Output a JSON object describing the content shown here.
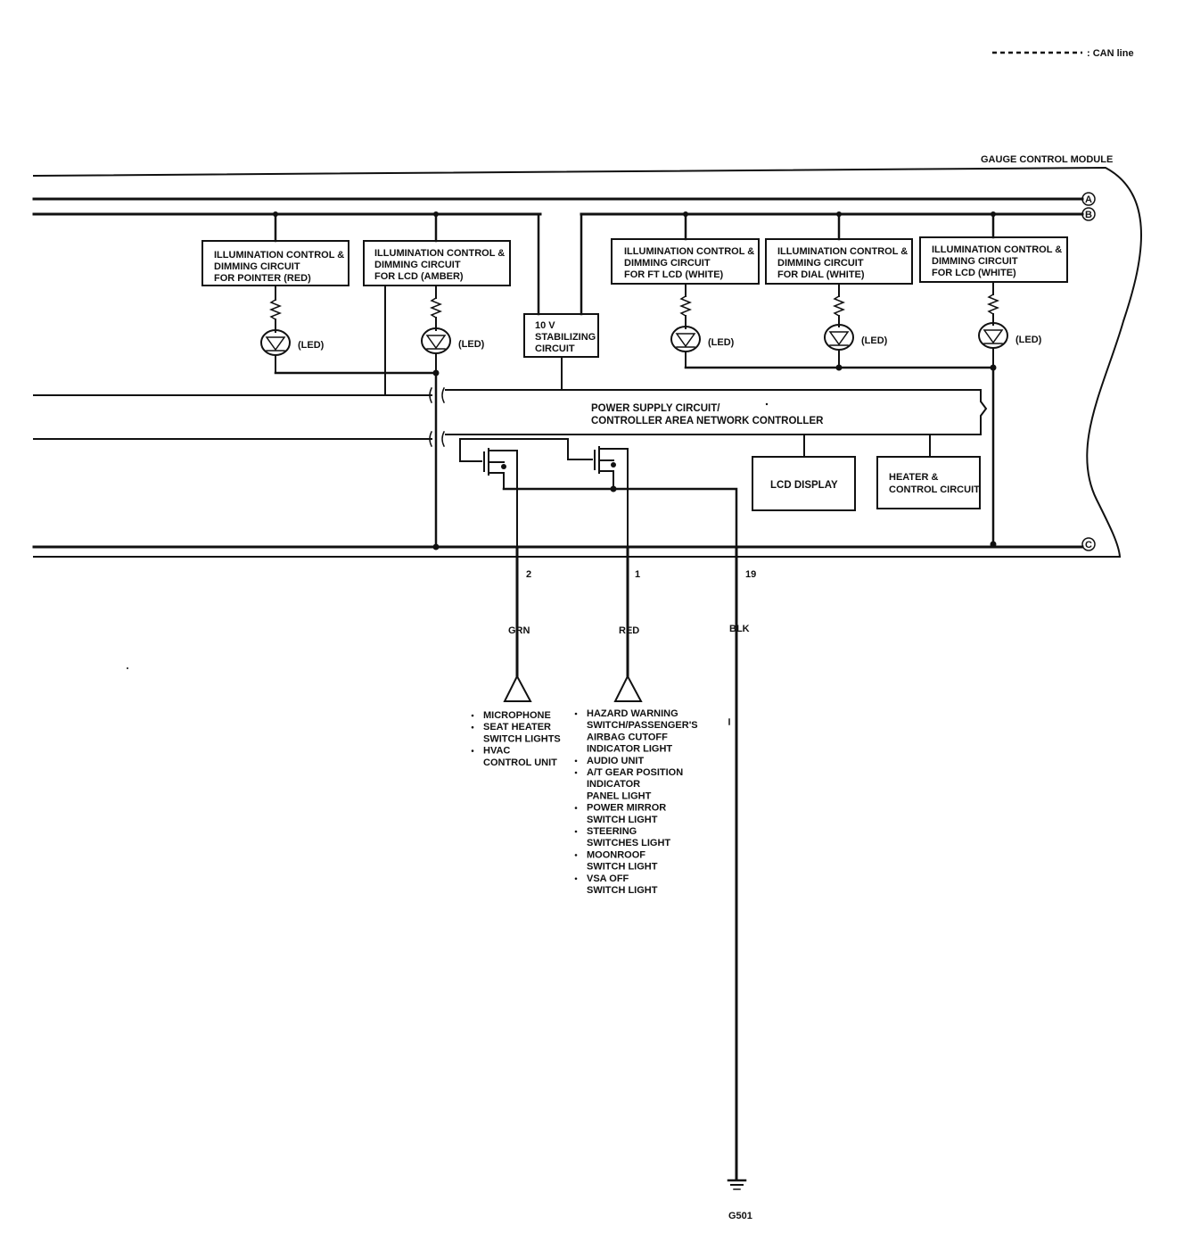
{
  "legend": {
    "can_line": ": CAN line"
  },
  "module": {
    "title": "GAUGE CONTROL MODULE"
  },
  "connectors": {
    "a": "A",
    "b": "B",
    "c": "C"
  },
  "boxes": {
    "pointer_red": [
      "ILLUMINATION CONTROL &",
      "DIMMING CIRCUIT",
      "FOR POINTER (RED)"
    ],
    "lcd_amber": [
      "ILLUMINATION CONTROL &",
      "DIMMING CIRCUIT",
      "FOR LCD (AMBER)"
    ],
    "ft_lcd_white": [
      "ILLUMINATION CONTROL &",
      "DIMMING CIRCUIT",
      "FOR FT LCD (WHITE)"
    ],
    "dial_white": [
      "ILLUMINATION CONTROL &",
      "DIMMING CIRCUIT",
      "FOR DIAL (WHITE)"
    ],
    "lcd_white": [
      "ILLUMINATION CONTROL &",
      "DIMMING CIRCUIT",
      "FOR LCD (WHITE)"
    ],
    "stabilizing": [
      "10 V",
      "STABILIZING",
      "CIRCUIT"
    ],
    "power_supply": [
      "POWER SUPPLY CIRCUIT/",
      "CONTROLLER AREA NETWORK CONTROLLER"
    ],
    "lcd_display": [
      "LCD DISPLAY"
    ],
    "heater": [
      "HEATER &",
      "CONTROL CIRCUIT"
    ]
  },
  "led_label": "(LED)",
  "pins": {
    "p2": "2",
    "p1": "1",
    "p19": "19"
  },
  "wires": {
    "grn": "GRN",
    "red": "RED",
    "blk": "BLK"
  },
  "ground": {
    "label": "G501"
  },
  "loads_grn": [
    "MICROPHONE",
    "SEAT HEATER",
    "SWITCH LIGHTS",
    "HVAC",
    "CONTROL UNIT"
  ],
  "loads_grn_bullets": [
    true,
    true,
    false,
    true,
    false
  ],
  "loads_red": [
    "HAZARD WARNING",
    "SWITCH/PASSENGER'S",
    "AIRBAG CUTOFF",
    "INDICATOR LIGHT",
    "AUDIO UNIT",
    "A/T GEAR POSITION",
    "INDICATOR",
    "PANEL LIGHT",
    "POWER MIRROR",
    "SWITCH LIGHT",
    "STEERING",
    "SWITCHES LIGHT",
    "MOONROOF",
    "SWITCH LIGHT",
    "VSA OFF",
    "SWITCH LIGHT"
  ],
  "loads_red_bullets": [
    true,
    false,
    false,
    false,
    true,
    true,
    false,
    false,
    true,
    false,
    true,
    false,
    true,
    false,
    true,
    false
  ]
}
